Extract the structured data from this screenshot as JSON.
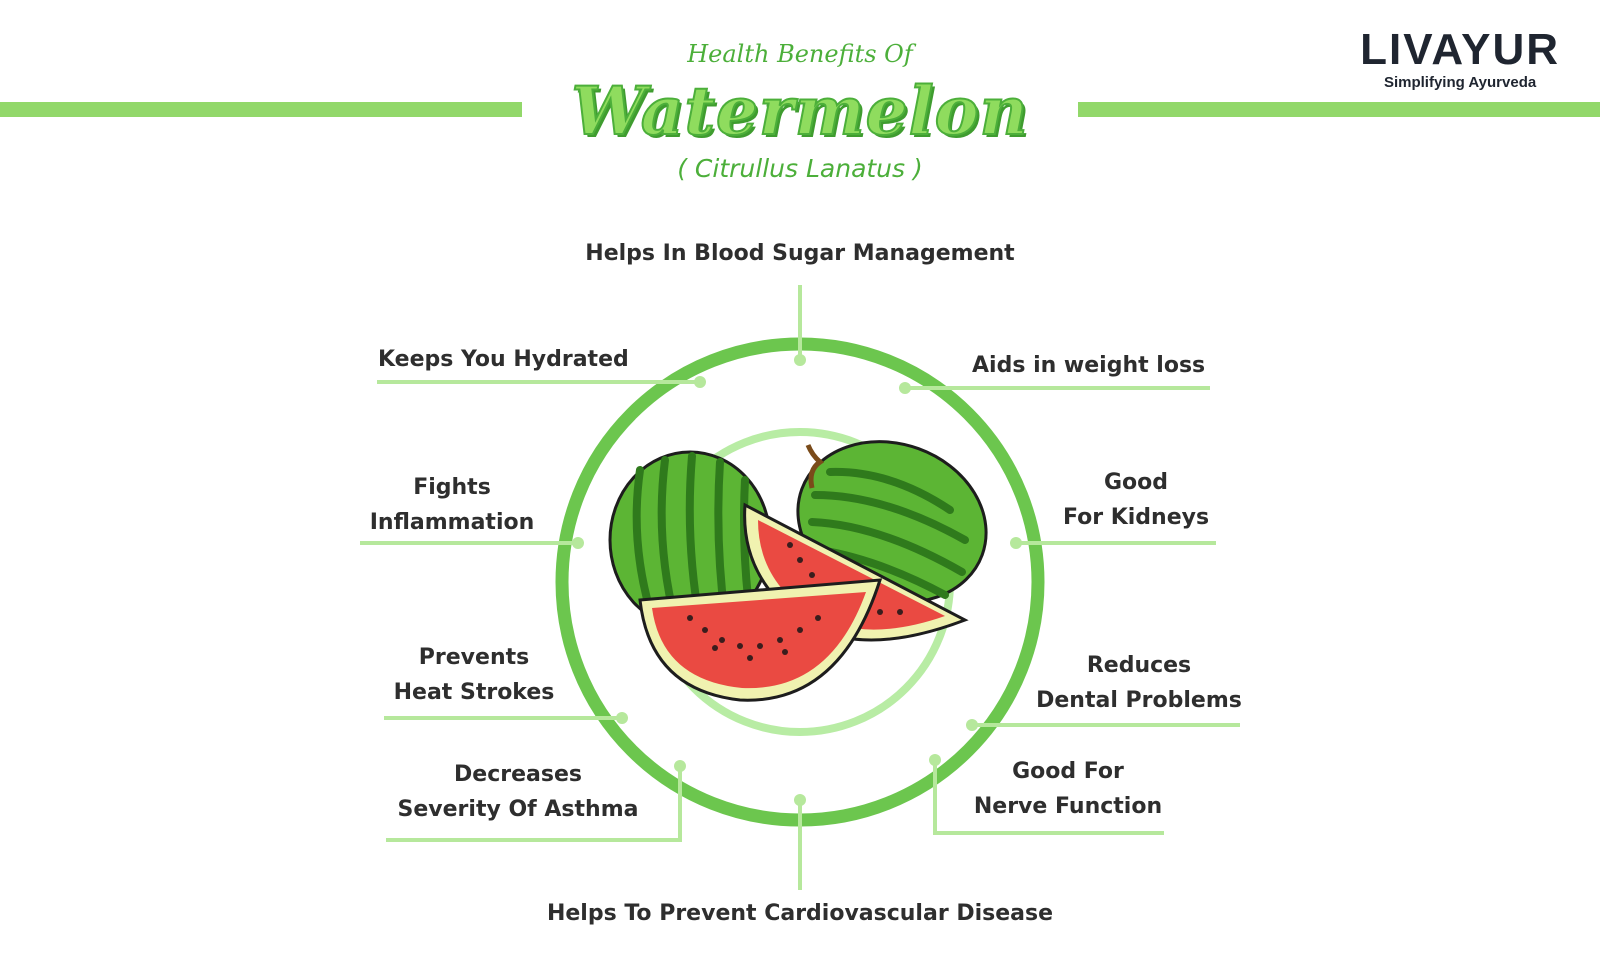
{
  "colors": {
    "accent_green": "#92d86a",
    "ring_green": "#6cc64e",
    "inner_ring_green": "#b8eca4",
    "text_dark": "#2e2e2e"
  },
  "header": {
    "subtitle": "Health Benefits Of",
    "title": "Watermelon",
    "latin_name": "( Citrullus Lanatus )"
  },
  "logo": {
    "name": "LIVAYUR",
    "tagline": "Simplifying Ayurveda"
  },
  "benefits": {
    "top": "Helps In Blood Sugar Management",
    "hydrated": "Keeps You Hydrated",
    "weight_loss": "Aids in weight loss",
    "inflammation": [
      "Fights",
      "Inflammation"
    ],
    "kidneys": [
      "Good",
      "For Kidneys"
    ],
    "heat_strokes": [
      "Prevents",
      "Heat Strokes"
    ],
    "dental": [
      "Reduces",
      "Dental Problems"
    ],
    "asthma": [
      "Decreases",
      "Severity Of Asthma"
    ],
    "nerve": [
      "Good For",
      "Nerve Function"
    ],
    "bottom": "Helps To Prevent Cardiovascular Disease"
  },
  "center_image": "watermelon-illustration"
}
